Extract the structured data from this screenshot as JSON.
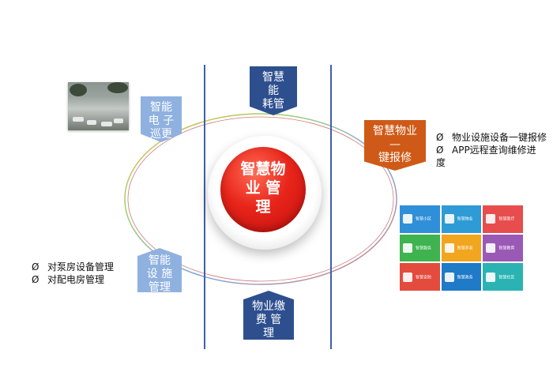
{
  "center": {
    "lines": [
      "智慧物",
      "业 管",
      "理"
    ]
  },
  "tags": {
    "patrol": {
      "lines": [
        "智能",
        "电 子",
        "巡更"
      ]
    },
    "energy": {
      "lines": [
        "智慧",
        "能",
        "耗管"
      ]
    },
    "repair": {
      "lines": [
        "智慧物业",
        "—",
        "键报修"
      ]
    },
    "facility": {
      "lines": [
        "智能",
        "设 施",
        "管理"
      ]
    },
    "payment": {
      "lines": [
        "物业缴",
        "费 管",
        "理"
      ]
    }
  },
  "bullets_right": {
    "marker": "Ø",
    "items": [
      "物业设施设备一键报修",
      "APP远程查询维修进",
      "度"
    ]
  },
  "bullets_left": {
    "marker": "Ø",
    "items": [
      "对泵房设备管理",
      "对配电房管理"
    ]
  },
  "colors": {
    "tag_light": "#8fb1e0",
    "tag_dark": "#2d4f8e",
    "tag_orange": "#cf5a17",
    "center_red": "#e8251a",
    "divider": "#3f5fa8"
  },
  "app_tiles": [
    {
      "label": "智慧小区",
      "color": "#2f8fd8"
    },
    {
      "label": "智慧物业",
      "color": "#2e9bd6"
    },
    {
      "label": "智慧医疗",
      "color": "#e74d4d"
    },
    {
      "label": "智慧服务",
      "color": "#3eb34f"
    },
    {
      "label": "智慧养老",
      "color": "#f2a51f"
    },
    {
      "label": "智慧教育",
      "color": "#9b59b6"
    },
    {
      "label": "智慧安防",
      "color": "#e34b3c"
    },
    {
      "label": "智慧政务",
      "color": "#1f7ac8"
    },
    {
      "label": "智慧社区",
      "color": "#2bb3b3"
    }
  ]
}
